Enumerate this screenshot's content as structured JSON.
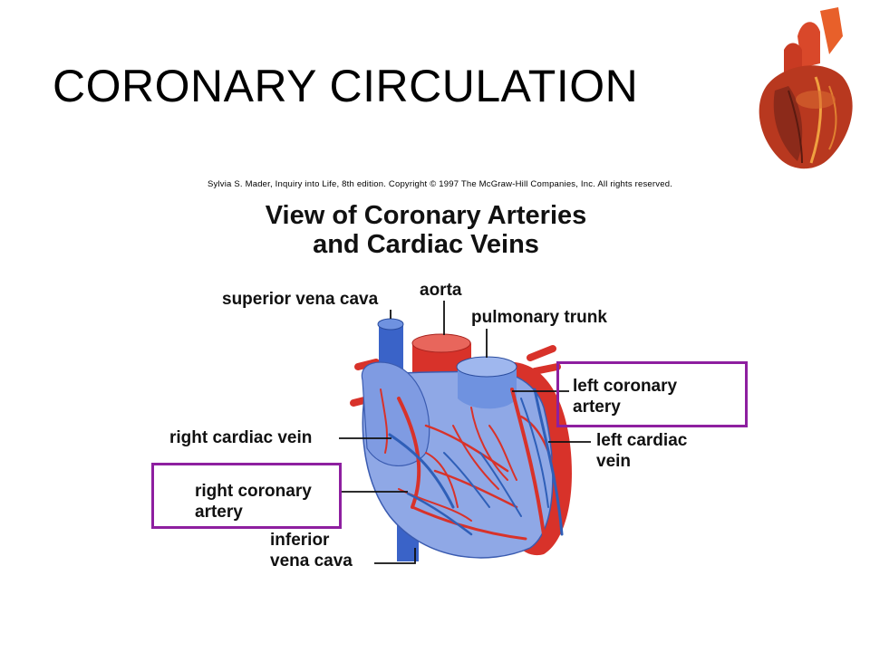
{
  "slide": {
    "title": "CORONARY CIRCULATION"
  },
  "figure": {
    "credit": "Sylvia S. Mader, Inquiry into Life, 8th edition. Copyright © 1997 The McGraw-Hill Companies, Inc. All rights reserved.",
    "title_line1": "View of Coronary Arteries",
    "title_line2": "and Cardiac Veins",
    "labels": {
      "superior_vena_cava": "superior vena cava",
      "aorta": "aorta",
      "pulmonary_trunk": "pulmonary trunk",
      "left_coronary_artery_1": "left coronary",
      "left_coronary_artery_2": "artery",
      "right_cardiac_vein": "right cardiac vein",
      "left_cardiac_vein_1": "left cardiac",
      "left_cardiac_vein_2": "vein",
      "right_coronary_artery_1": "right coronary",
      "right_coronary_artery_2": "artery",
      "inferior_vena_cava_1": "inferior",
      "inferior_vena_cava_2": "vena cava"
    }
  },
  "colors": {
    "artery": "#d8322a",
    "vein": "#2f5fb8",
    "heart_body": "#8fa8e6",
    "highlight_box": "#8e1fa0"
  }
}
